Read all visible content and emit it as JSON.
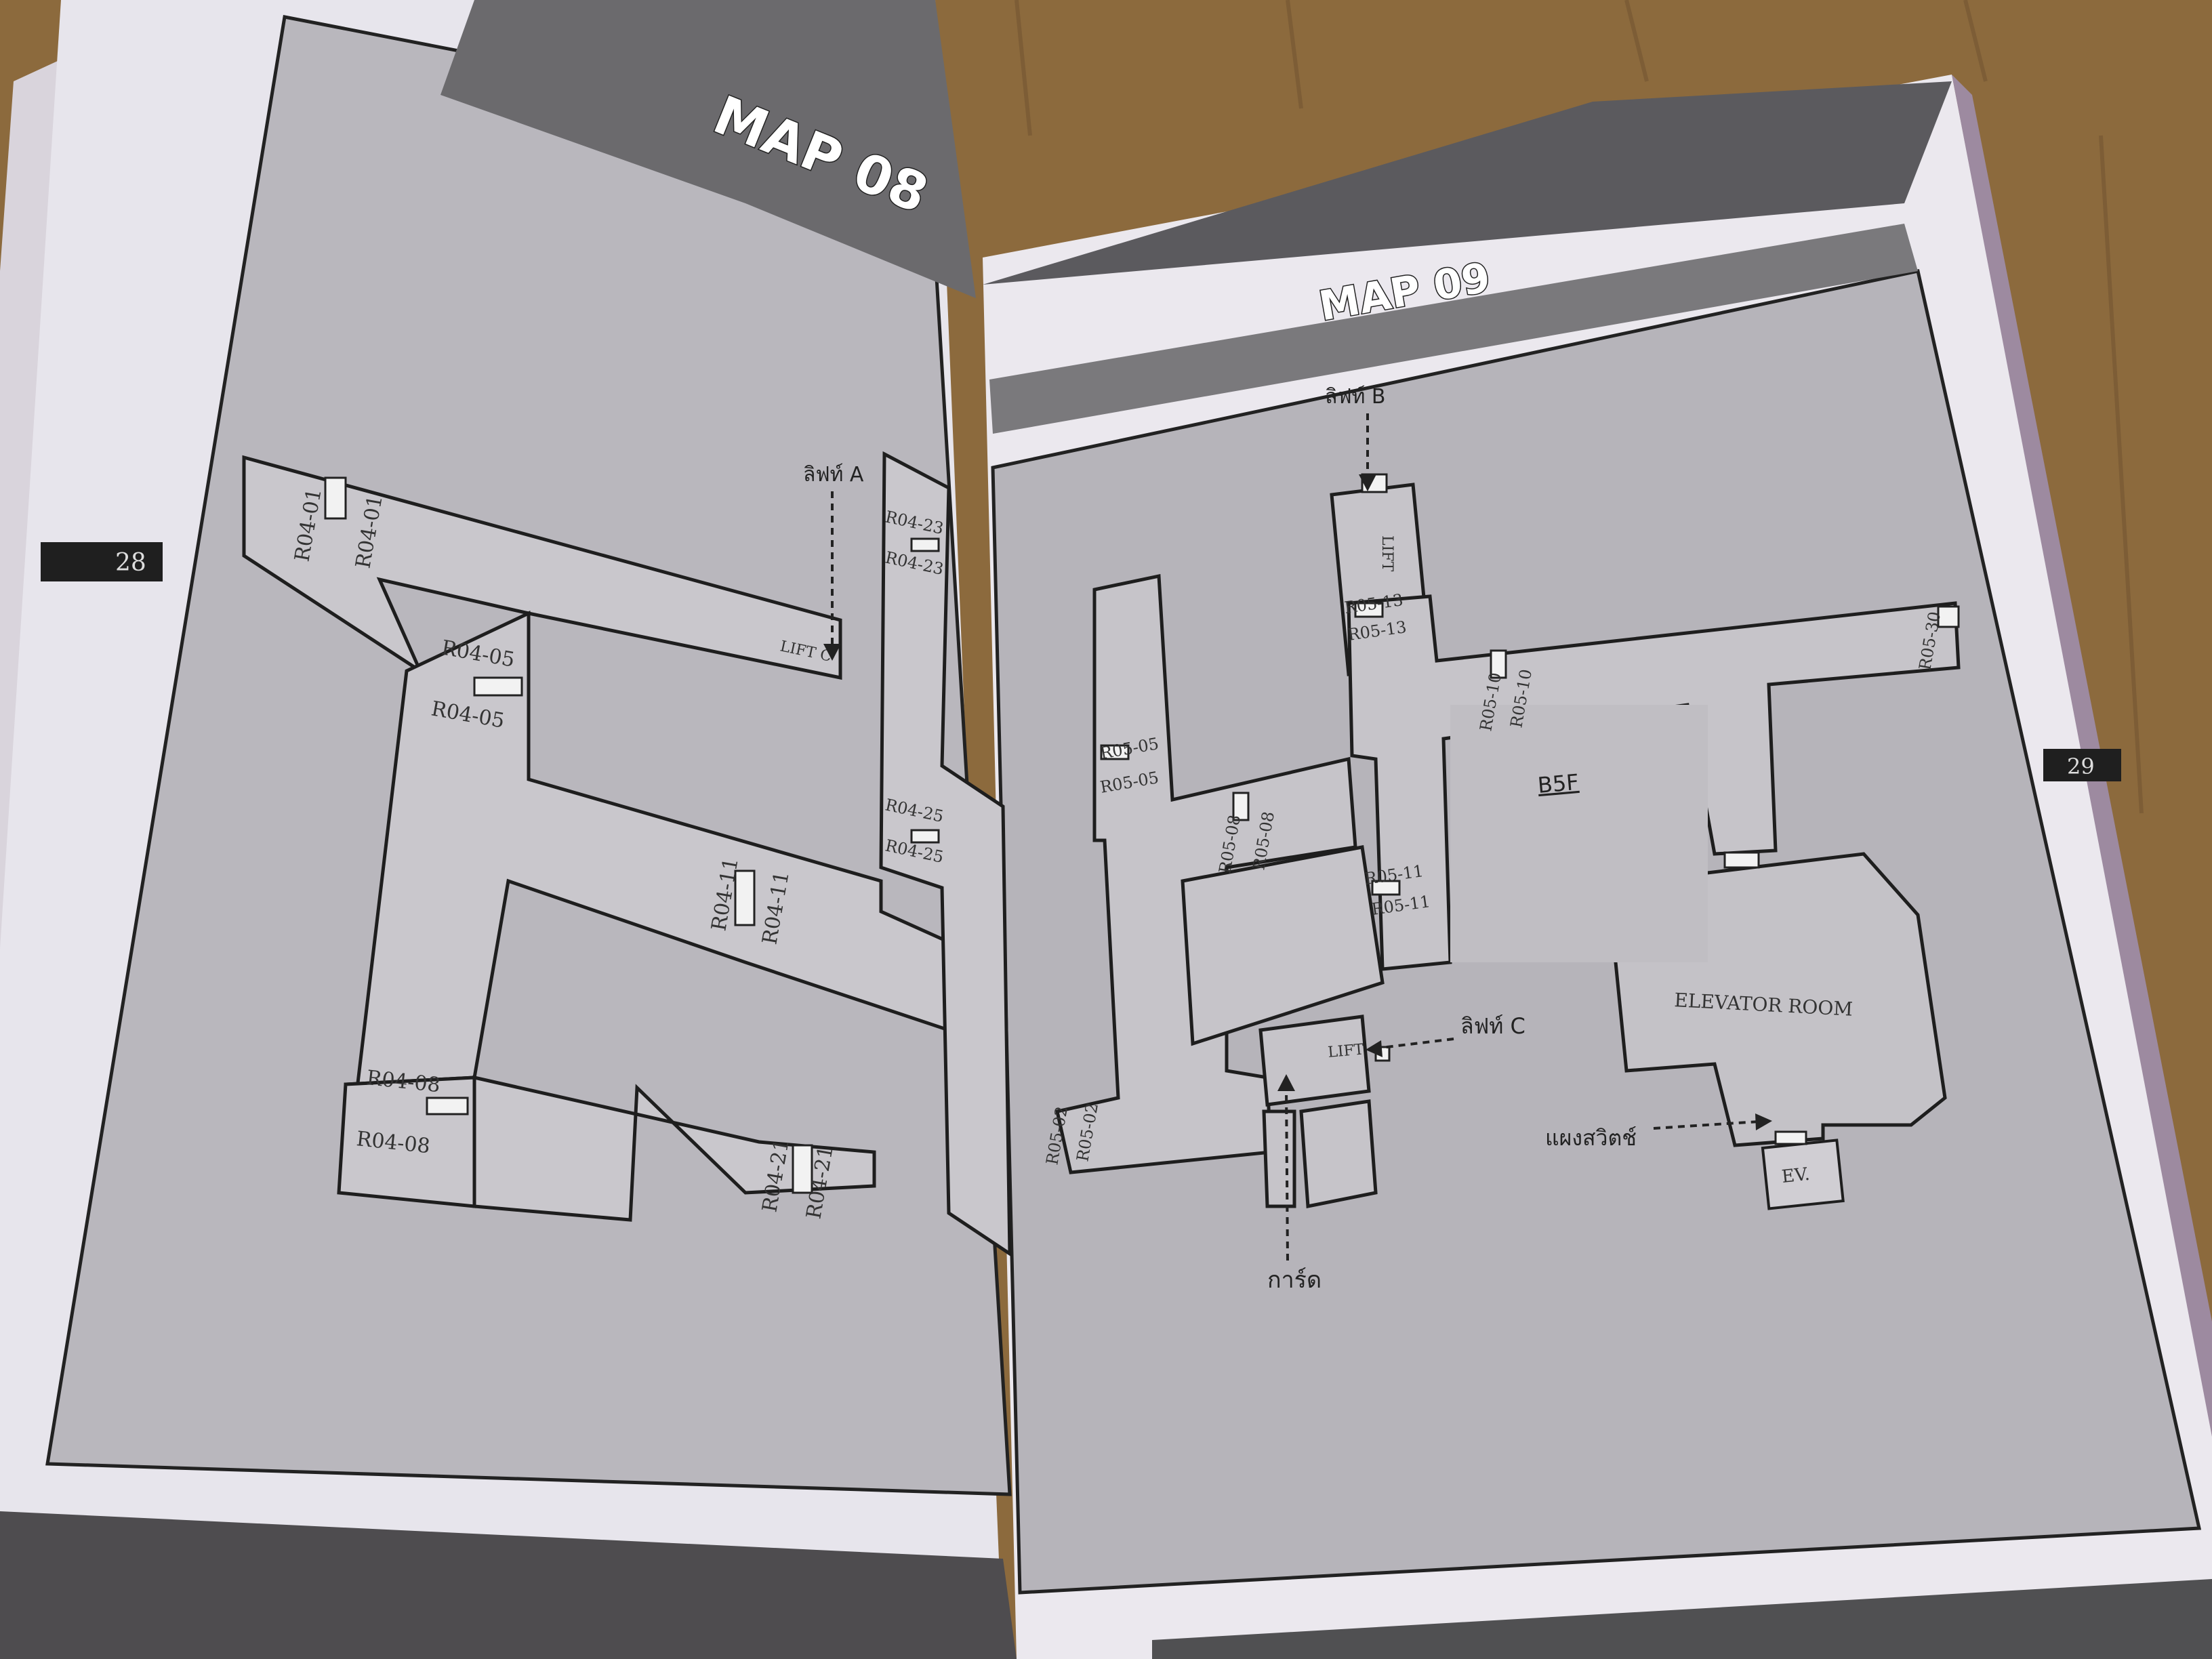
{
  "book": {
    "left_page": {
      "title": "MAP 08",
      "page_number": "28",
      "room_labels": [
        "R04-01",
        "R04-01",
        "R04-05",
        "R04-05",
        "R04-11",
        "R04-11",
        "R04-08",
        "R04-08",
        "R04-21",
        "R04-21",
        "R04-23",
        "R04-23",
        "R04-25",
        "R04-25"
      ],
      "lift_label": "LIFT C",
      "callout_lift": "ลิฟท์ A"
    },
    "right_page": {
      "title": "MAP 09",
      "page_number": "29",
      "floor_label": "B5F",
      "room_labels": [
        "R05-13",
        "R05-13",
        "R05-10",
        "R05-10",
        "R05-30",
        "R05-05",
        "R05-05",
        "R05-08",
        "R05-08",
        "R05-11",
        "R05-11",
        "R05-02",
        "R05-02"
      ],
      "elevator_room": "ELEVATOR ROOM",
      "ev_label": "EV.",
      "lift_top": "LIFT",
      "lift_bottom": "LIFT",
      "callout_lift_b": "ลิฟท์ B",
      "callout_lift_c": "ลิฟท์ C",
      "callout_switch": "แผงสวิตช์",
      "callout_card": "การ์ด"
    }
  }
}
